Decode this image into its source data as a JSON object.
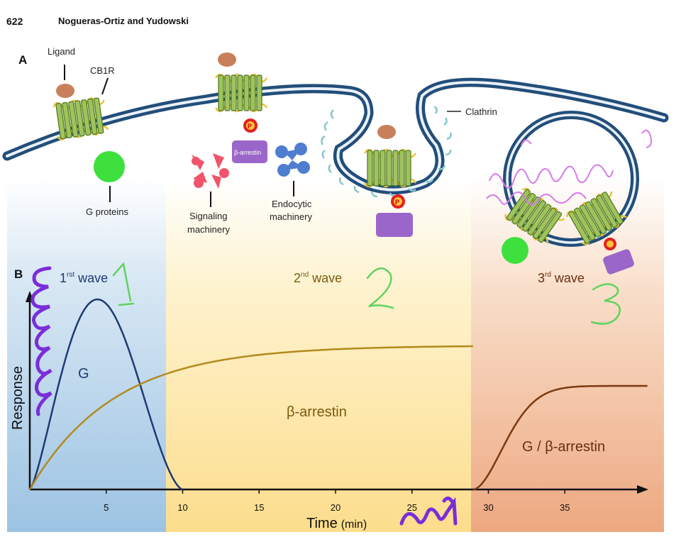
{
  "header": {
    "page_number": "622",
    "authors": "Nogueras-Ortiz and Yudowski"
  },
  "panel_a": {
    "label": "A",
    "ligand": "Ligand",
    "receptor": "CB1R",
    "g_proteins": "G proteins",
    "phospho": "P",
    "arrestin": "β-arrestin",
    "signaling": [
      "Signaling",
      "machinery"
    ],
    "endocytic": [
      "Endocytic",
      "machinery"
    ],
    "clathrin": "Clathrin"
  },
  "panel_b": {
    "label": "B",
    "wave1": {
      "base": "1",
      "sup": "rst",
      "rest": " wave"
    },
    "wave2": {
      "base": "2",
      "sup": "nd",
      "rest": " wave"
    },
    "wave3": {
      "base": "3",
      "sup": "rd",
      "rest": " wave"
    },
    "g_label": "G",
    "arrestin_label": "β-arrestin",
    "g_arrestin_label": "G / β-arrestin",
    "y_axis_title": "Response",
    "x_axis_title": "Time",
    "x_axis_unit": "(min)",
    "x_ticks": [
      "5",
      "10",
      "15",
      "20",
      "25",
      "30",
      "35"
    ]
  },
  "colors": {
    "wave1_bg": "#a9cbe6",
    "wave2_bg": "#fde3a0",
    "wave3_bg": "#efb592",
    "g_curve": "#1f3b73",
    "arrestin_curve": "#b38a1c",
    "late_curve": "#7a3a12",
    "membrane": "#234e7a",
    "receptor": "#7ea33a",
    "ligand": "#c9805a",
    "g_protein": "#3ee03e",
    "arrestin": "#9b66c9",
    "phospho": "#e51f1f",
    "clathrin": "#86c8cf",
    "signaling": "#f0546a",
    "endocytic": "#4f7ed0",
    "annotation_green": "#5fd35f",
    "annotation_purple": "#7a2ed8",
    "annotation_pink": "#d77ae8"
  }
}
